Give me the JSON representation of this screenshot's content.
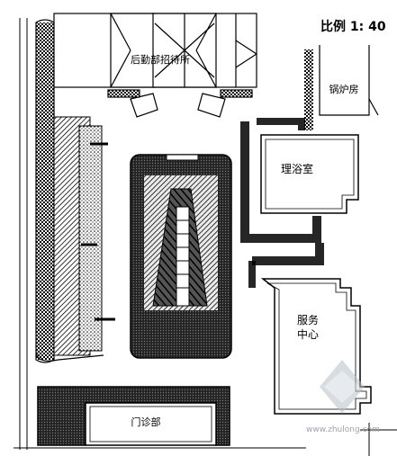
{
  "scale_text": "比例 1: 40",
  "buildings": {
    "guesthouse": "后勤部招待所",
    "boiler": "锅炉房",
    "bathhouse": "理浴室",
    "service_line1": "服务",
    "service_line2": "中心",
    "clinic": "门诊部"
  },
  "watermark": {
    "url": "www.zhulong.com"
  },
  "colors": {
    "line": "#000000",
    "paper": "#ffffff",
    "watermark": "#9aa3ad"
  }
}
